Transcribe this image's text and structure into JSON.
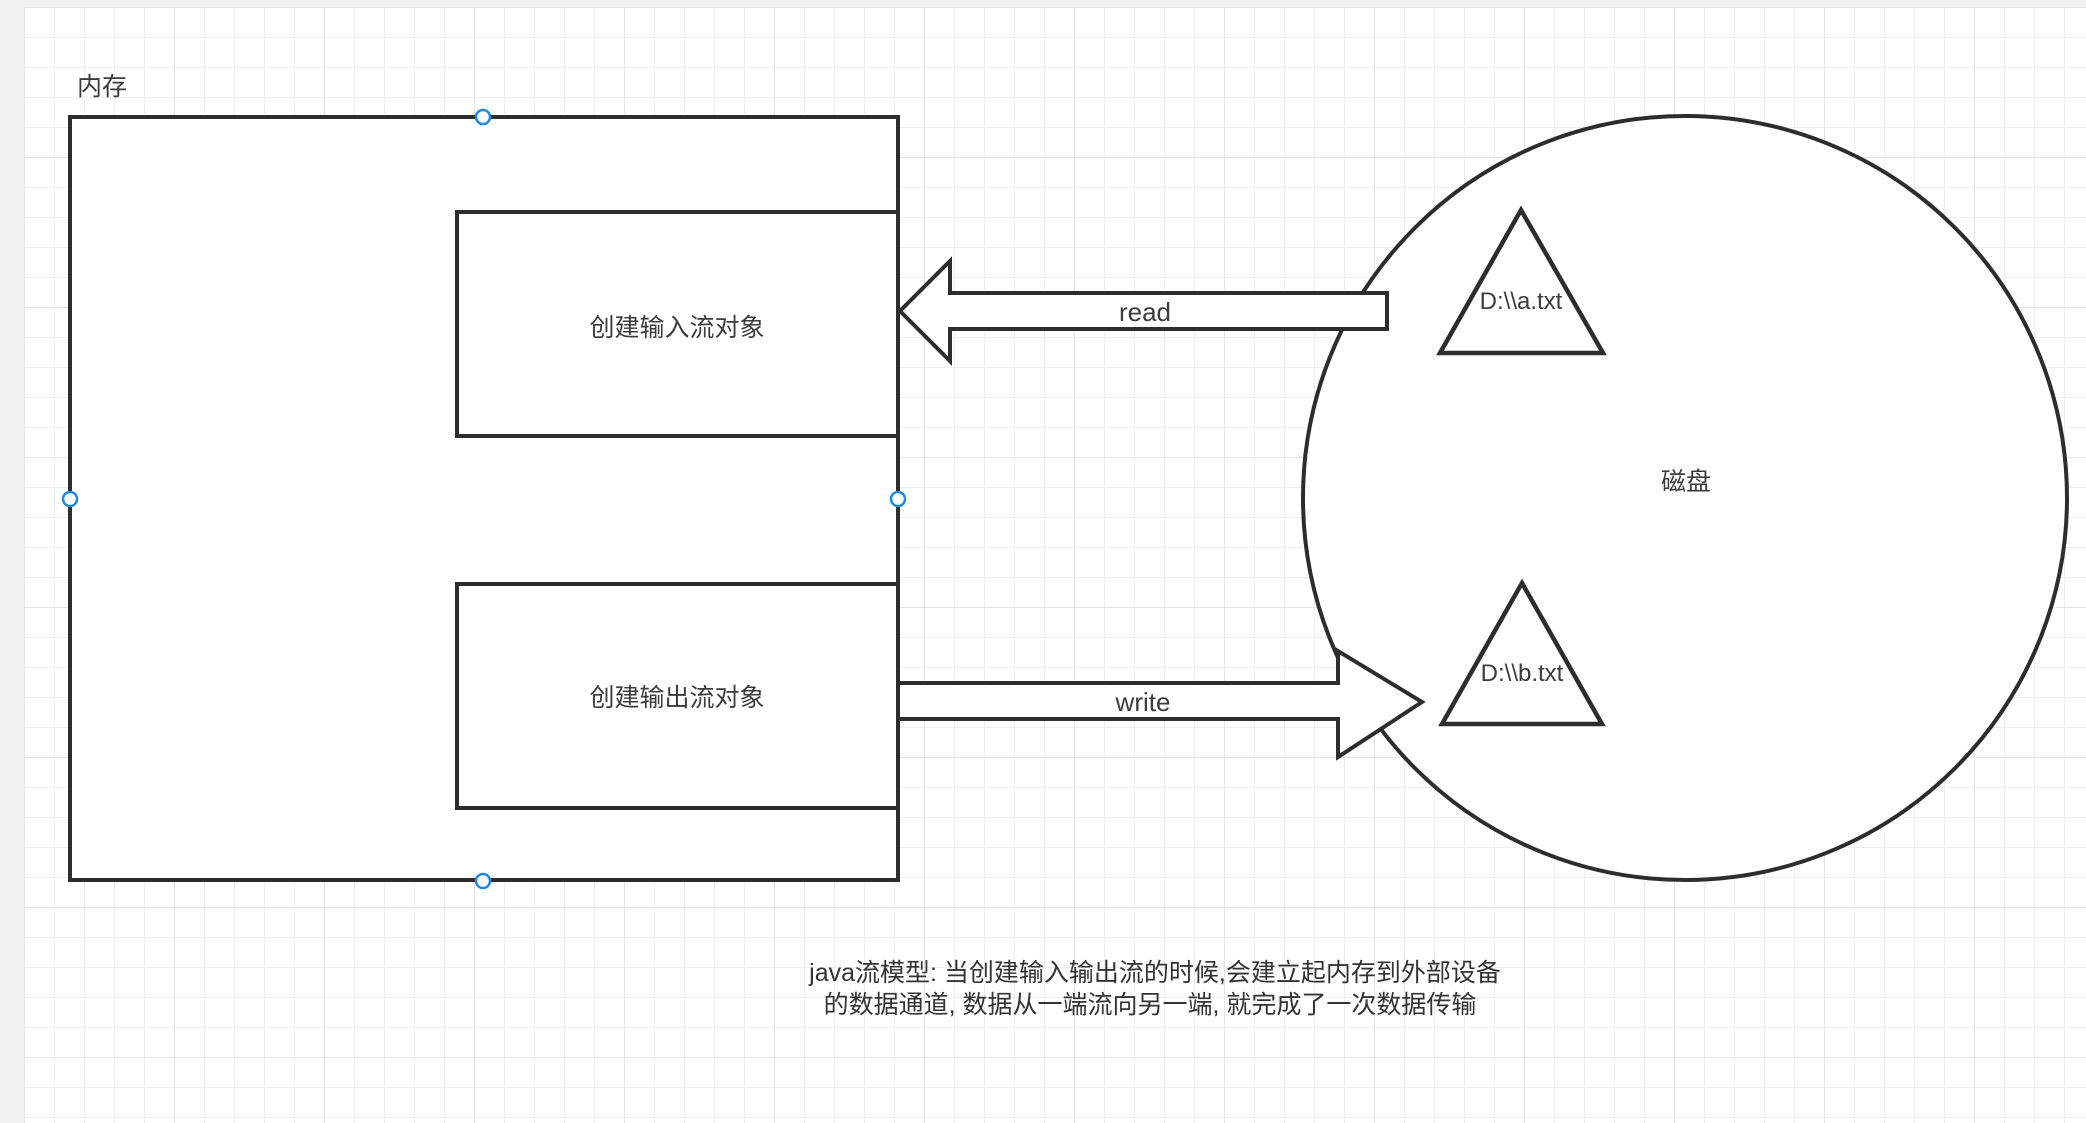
{
  "diagram": {
    "memory": {
      "label": "内存",
      "input_box_label": "创建输入流对象",
      "output_box_label": "创建输出流对象"
    },
    "disk": {
      "label": "磁盘",
      "file_a_label": "D:\\\\a.txt",
      "file_b_label": "D:\\\\b.txt"
    },
    "arrows": {
      "read_label": "read",
      "write_label": "write"
    },
    "caption": {
      "line1": "java流模型: 当创建输入输出流的时候,会建立起内存到外部设备",
      "line2": "的数据通道, 数据从一端流向另一端, 就完成了一次数据传输"
    },
    "colors": {
      "shape_stroke": "#2d2d2d",
      "handle_blue": "#1e88e5",
      "canvas_bg": "#ffffff",
      "margin_bg": "#f2f2f2",
      "grid_minor": "#eeeeee",
      "grid_major": "#e4e4e4"
    }
  }
}
